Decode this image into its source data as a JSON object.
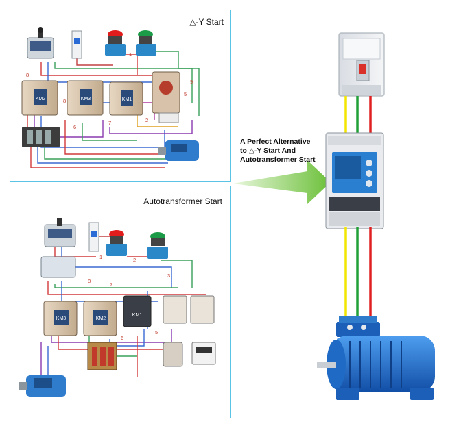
{
  "panels": {
    "delta_y": {
      "title": "△-Y Start",
      "contactor_labels": [
        "KM2",
        "KM3",
        "KM1"
      ],
      "wire_numbers": [
        "8",
        "8",
        "6",
        "7",
        "2",
        "1",
        "9",
        "5"
      ]
    },
    "autotransformer": {
      "title": "Autotransformer Start",
      "contactor_labels": [
        "KM3",
        "KM2",
        "KM1"
      ],
      "wire_numbers": [
        "2",
        "3",
        "7",
        "8",
        "6",
        "5",
        "1"
      ]
    }
  },
  "callout": {
    "line1": "A Perfect Alternative",
    "line2": "to △-Y Start And",
    "line3": "Autotransformer Start"
  },
  "colors": {
    "panel_border": "#5bc4e6",
    "arrow": "#7ac943",
    "wire_yellow": "#f2e600",
    "wire_green": "#21a038",
    "wire_red": "#e02020",
    "motor_blue": "#1e6fd0"
  }
}
